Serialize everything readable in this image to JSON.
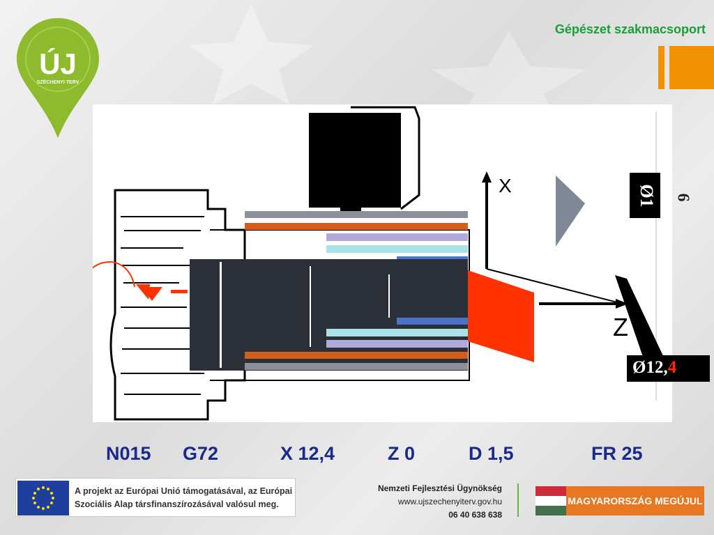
{
  "header": {
    "title": "Gépészet szakmacsoport"
  },
  "logo": {
    "main_text": "ÚJ",
    "sub_text": "SZÉCHENYI TERV",
    "color": "#8dbb2d"
  },
  "diagram": {
    "axis_x_label": "X",
    "axis_z_label": "Z",
    "diameter_16_main": "Ø1",
    "diameter_16_suffix": "6",
    "diameter_124_prefix": "Ø12,",
    "diameter_124_suffix": "4"
  },
  "program_line": {
    "n": "N015",
    "g": "G72",
    "x": "X 12,4",
    "z": "Z 0",
    "d": "D 1,5",
    "fr": "FR 25"
  },
  "footer": {
    "eu_line1": "A projekt az Európai Unió támogatásával, az Európai",
    "eu_line2": "Szociális Alap társfinanszírozásával valósul meg.",
    "agency_name": "Nemzeti Fejlesztési Ügynökség",
    "agency_url": "www.ujszechenyiterv.gov.hu",
    "agency_phone": "06 40 638 638",
    "banner_text": "MAGYARORSZÁG MEGÚJUL"
  },
  "colors": {
    "accent_green": "#1b9e3a",
    "accent_orange": "#f39200",
    "program_blue": "#1a2a8c",
    "highlight_red": "#ff2a00"
  }
}
